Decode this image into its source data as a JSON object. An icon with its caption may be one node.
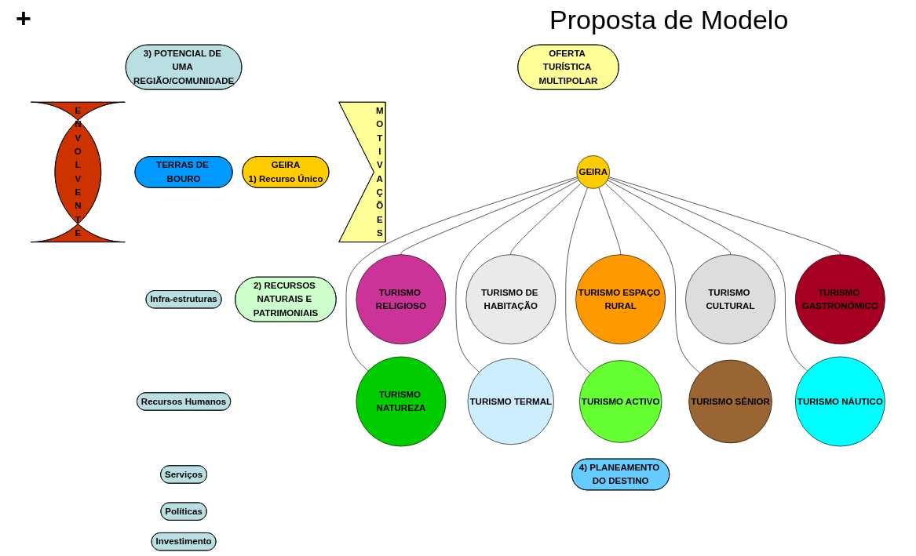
{
  "diagram": {
    "title": "Proposta de Modelo",
    "nodes": [
      {
        "text": [
          "3) POTENCIAL DE UMA REGIÃO/COMUNIDADE"
        ]
      },
      {
        "text": [
          "ENVOLVENTE"
        ]
      },
      {
        "text": [
          "TERRAS DE BOURO"
        ]
      },
      {
        "text": [
          "Infra-estruturas"
        ]
      },
      {
        "text": [
          "Recursos Humanos"
        ]
      },
      {
        "text": [
          "Serviços"
        ]
      },
      {
        "text": [
          "Políticas"
        ]
      },
      {
        "text": [
          "Investimento"
        ]
      },
      {
        "text": [
          "GEIRA",
          "1) Recurso Único"
        ]
      },
      {
        "text": [
          "2) RECURSOS NATURAIS E PATRIMONIAIS"
        ]
      },
      {
        "text": [
          "MOTIVAÇÕES"
        ]
      },
      {
        "text": [
          "OFERTA TURÍSTICA MULTIPOLAR"
        ]
      },
      {
        "text": [
          "GEIRA"
        ]
      },
      {
        "text": [
          "TURISMO RELIGIOSO"
        ]
      },
      {
        "text": [
          "TURISMO DE HABITAÇÃO"
        ]
      },
      {
        "text": [
          "TURISMO ESPAÇO RURAL"
        ]
      },
      {
        "text": [
          "TURISMO CULTURAL"
        ]
      },
      {
        "text": [
          "TURISMO GASTRONÓMICO"
        ]
      },
      {
        "text": [
          "TURISMO NATUREZA"
        ]
      },
      {
        "text": [
          "TURISMO TERMAL"
        ]
      },
      {
        "text": [
          "TURISMO ACTIVO"
        ]
      },
      {
        "text": [
          "TURISMO SÉNIOR"
        ]
      },
      {
        "text": [
          "TURISMO NÁUTICO"
        ]
      },
      {
        "text": [
          "4) PLANEAMENTO DO DESTINO"
        ]
      }
    ],
    "edges": [
      {
        "from": 12,
        "to": 13,
        "arrow": "none"
      },
      {
        "from": 12,
        "to": 14,
        "arrow": "none"
      },
      {
        "from": 12,
        "to": 15,
        "arrow": "none"
      },
      {
        "from": 12,
        "to": 16,
        "arrow": "none"
      },
      {
        "from": 12,
        "to": 17,
        "arrow": "none"
      },
      {
        "from": 12,
        "to": 18,
        "arrow": "none"
      },
      {
        "from": 12,
        "to": 19,
        "arrow": "none"
      },
      {
        "from": 12,
        "to": 20,
        "arrow": "none"
      },
      {
        "from": 12,
        "to": 21,
        "arrow": "none"
      },
      {
        "from": 12,
        "to": 22,
        "arrow": "none"
      }
    ],
    "labels": [
      "+"
    ]
  }
}
